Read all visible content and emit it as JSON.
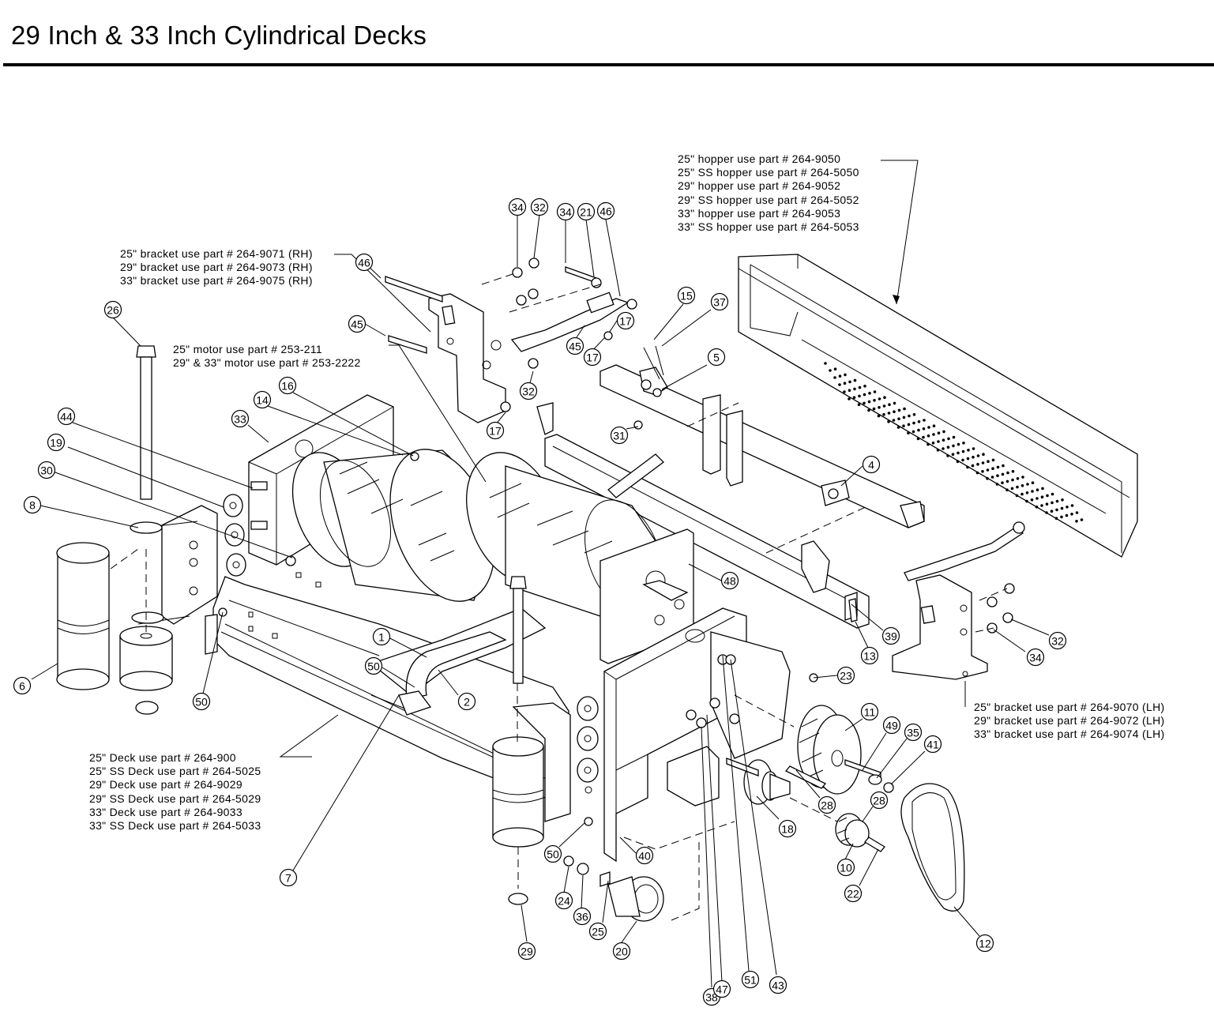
{
  "title": "29 Inch & 33 Inch Cylindrical Decks",
  "notes": {
    "hopper": [
      "25\" hopper use part # 264-9050",
      "25\" SS hopper use part # 264-5050",
      "29\" hopper use part # 264-9052",
      "29\" SS hopper use part # 264-5052",
      "33\" hopper use part # 264-9053",
      "33\" SS hopper use part # 264-5053"
    ],
    "bracket_rh": [
      "25\" bracket use part # 264-9071 (RH)",
      "29\" bracket use part # 264-9073 (RH)",
      "33\" bracket use part # 264-9075 (RH)"
    ],
    "motor": [
      "25\" motor use part # 253-211",
      "29\" & 33\" motor use part # 253-2222"
    ],
    "bracket_lh": [
      "25\" bracket use part # 264-9070 (LH)",
      "29\" bracket use part # 264-9072 (LH)",
      "33\" bracket use part # 264-9074 (LH)"
    ],
    "deck": [
      "25\" Deck use part # 264-900",
      "25\" SS Deck use part # 264-5025",
      "29\" Deck use part # 264-9029",
      "29\" SS Deck use part # 264-5029",
      "33\" Deck use part # 264-9033",
      "33\" SS Deck use part # 264-5033"
    ]
  },
  "balloons": [
    "34",
    "32",
    "46",
    "34",
    "21",
    "46",
    "26",
    "45",
    "15",
    "37",
    "17",
    "17",
    "45",
    "5",
    "32",
    "17",
    "14",
    "16",
    "33",
    "31",
    "44",
    "19",
    "4",
    "30",
    "8",
    "48",
    "39",
    "32",
    "34",
    "13",
    "23",
    "1",
    "50",
    "2",
    "6",
    "50",
    "11",
    "49",
    "35",
    "41",
    "28",
    "28",
    "18",
    "10",
    "22",
    "40",
    "50",
    "24",
    "36",
    "25",
    "29",
    "20",
    "38",
    "47",
    "51",
    "43",
    "7",
    "12"
  ]
}
